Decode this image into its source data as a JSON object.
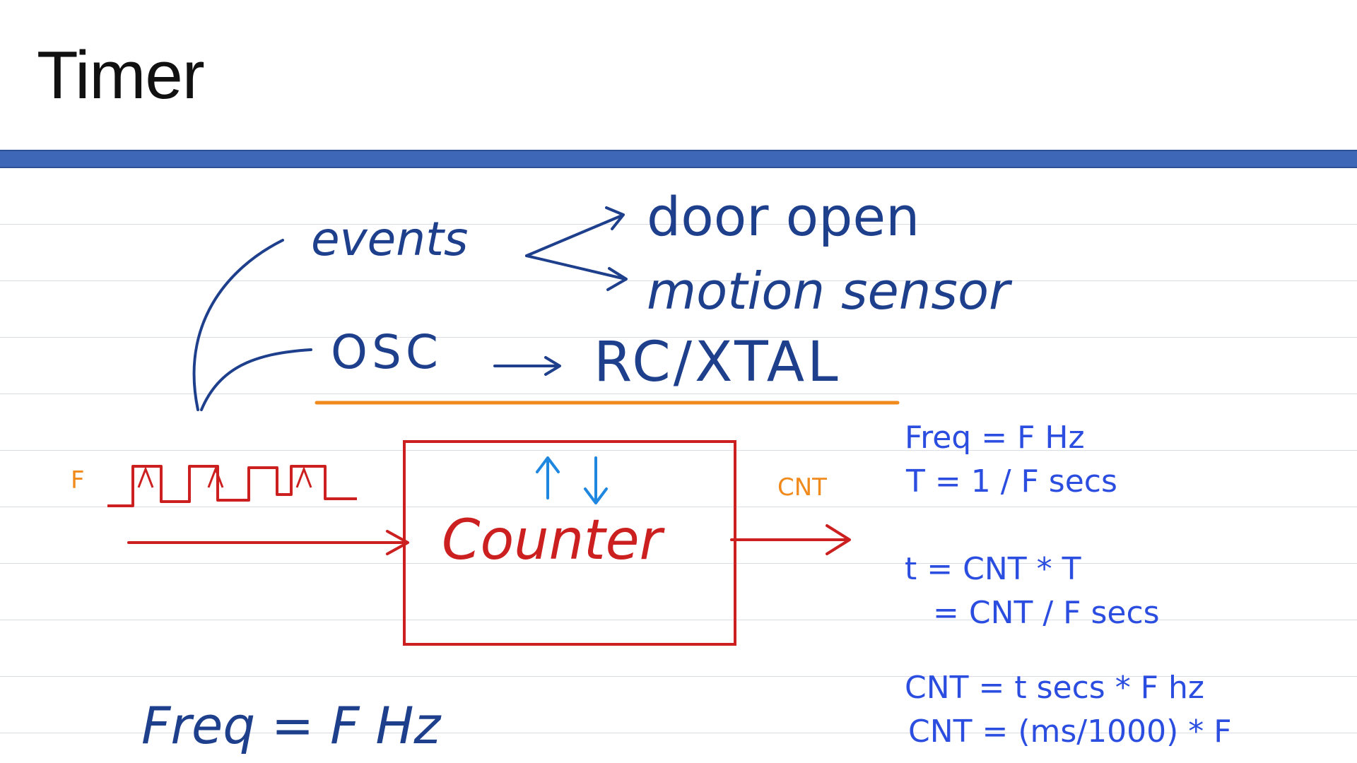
{
  "page": {
    "title": "Timer"
  },
  "handwriting": {
    "events": "events",
    "door_open": "door open",
    "motion_sensor": "motion sensor",
    "osc": "OSC",
    "rc_xtal": "RC/XTAL",
    "counter": "Counter",
    "freq_bottom": "Freq = F Hz"
  },
  "labels": {
    "input_f": "F",
    "output_cnt": "CNT"
  },
  "notes": [
    "Freq = F Hz",
    "T = 1 / F secs",
    "t = CNT * T",
    "= CNT / F secs",
    "CNT = t secs * F hz",
    "CNT = (ms/1000) * F"
  ],
  "colors": {
    "header_bar": "#3f67b8",
    "navy_ink": "#1e3f8c",
    "blue_ink": "#2b4ee0",
    "orange_ink": "#f08a1c",
    "red_ink": "#cc1f1f",
    "cyan_ink": "#1f87e0"
  }
}
